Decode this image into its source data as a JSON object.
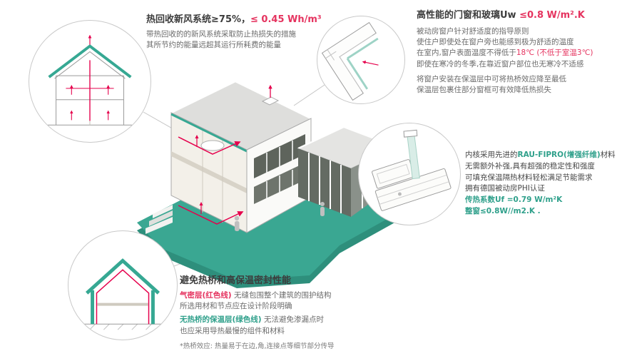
{
  "palette": {
    "teal_accent": "#36a893",
    "teal_dark": "#2e8f7c",
    "red_accent": "#e5004c",
    "red_text": "#e5335f",
    "dark_text": "#3c3c3c",
    "body_text": "#6b6b6b",
    "connector_line": "#c6c6c6"
  },
  "ventilation": {
    "title_dark": "热回收新风系统≥75%，",
    "title_red": "≤ 0.45 Wh/m³",
    "desc1": "带热回收的的新风系统采取防止热损失的措施",
    "desc2": "其所节约的能量远超其运行所耗费的能量"
  },
  "windows": {
    "title_dark": "高性能的门窗和玻璃Uw ",
    "title_red": "≤0.8 W/m².K",
    "p1_1": "被动房窗户针对舒适度的指导原则",
    "p1_2": "使住户即使处在窗户旁也能感到极为舒适的温度",
    "p1_3_dark": "在室内,窗户表面温度不得低于",
    "p1_3_red": "18℃ (不低于室温3℃)",
    "p1_4": "即使在寒冷的冬季,在靠近窗户部位也无寒冷不适感",
    "p2_1": "将窗户安装在保温层中可将热桥效应降至最低",
    "p2_2": "保温层包裹住部分窗框可有效降低热损失"
  },
  "frame": {
    "l1_pre": "内核采用先进的",
    "l1_teal": "RAU-FIPRO(增强纤维)",
    "l1_post": "材料",
    "l2": "无需额外补强,具有超强的稳定性和强度",
    "l3": "可填充保温隔热材料轻松满足节能需求",
    "l4": "拥有德国被动房PHI认证",
    "l5": "传热系数Uf =0.79 W/m²K",
    "l6": "整窗≤0.8W//m2.K ."
  },
  "thermal": {
    "title": "避免热桥和高保温密封性能",
    "l1_red": "气密层(红色线)",
    "l1_rest": " 无缝包围整个建筑的围护结构",
    "l2": "所选用材和节点应在设计阶段明确",
    "l3_teal": "无热桥的保温层(绿色线)",
    "l3_rest": " 无法避免渗漏点时",
    "l4": "也应采用导热最慢的组件和材料",
    "footnote": "*热桥效应: 热量易于在边,角,连接点等细节部分传导"
  }
}
